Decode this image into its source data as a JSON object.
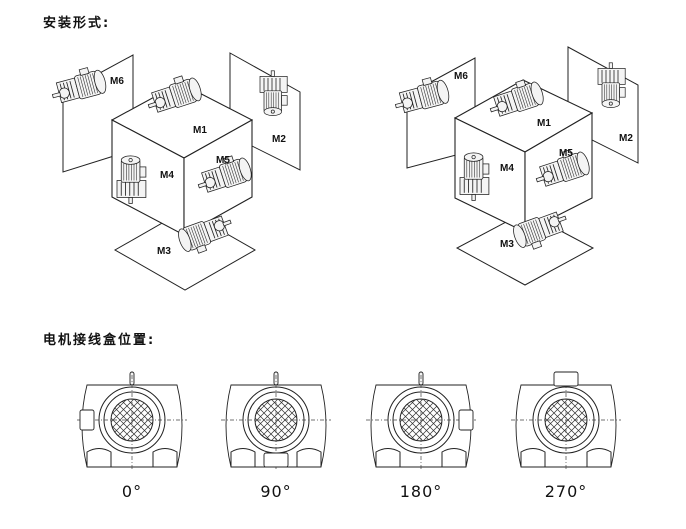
{
  "headings": {
    "mounting": "安装形式:",
    "terminal_box": "电机接线盒位置:"
  },
  "mounting_diagrams": [
    {
      "variant": "foot-mounted",
      "positions": [
        "M1",
        "M2",
        "M3",
        "M4",
        "M5",
        "M6"
      ]
    },
    {
      "variant": "flange-mounted",
      "positions": [
        "M1",
        "M2",
        "M3",
        "M4",
        "M5",
        "M6"
      ]
    }
  ],
  "terminal_box_positions": [
    {
      "label": "0°",
      "box_side": "left"
    },
    {
      "label": "90°",
      "box_side": "bottom"
    },
    {
      "label": "180°",
      "box_side": "right"
    },
    {
      "label": "270°",
      "box_side": "top"
    }
  ],
  "colors": {
    "line": "#222222",
    "background": "#ffffff"
  }
}
